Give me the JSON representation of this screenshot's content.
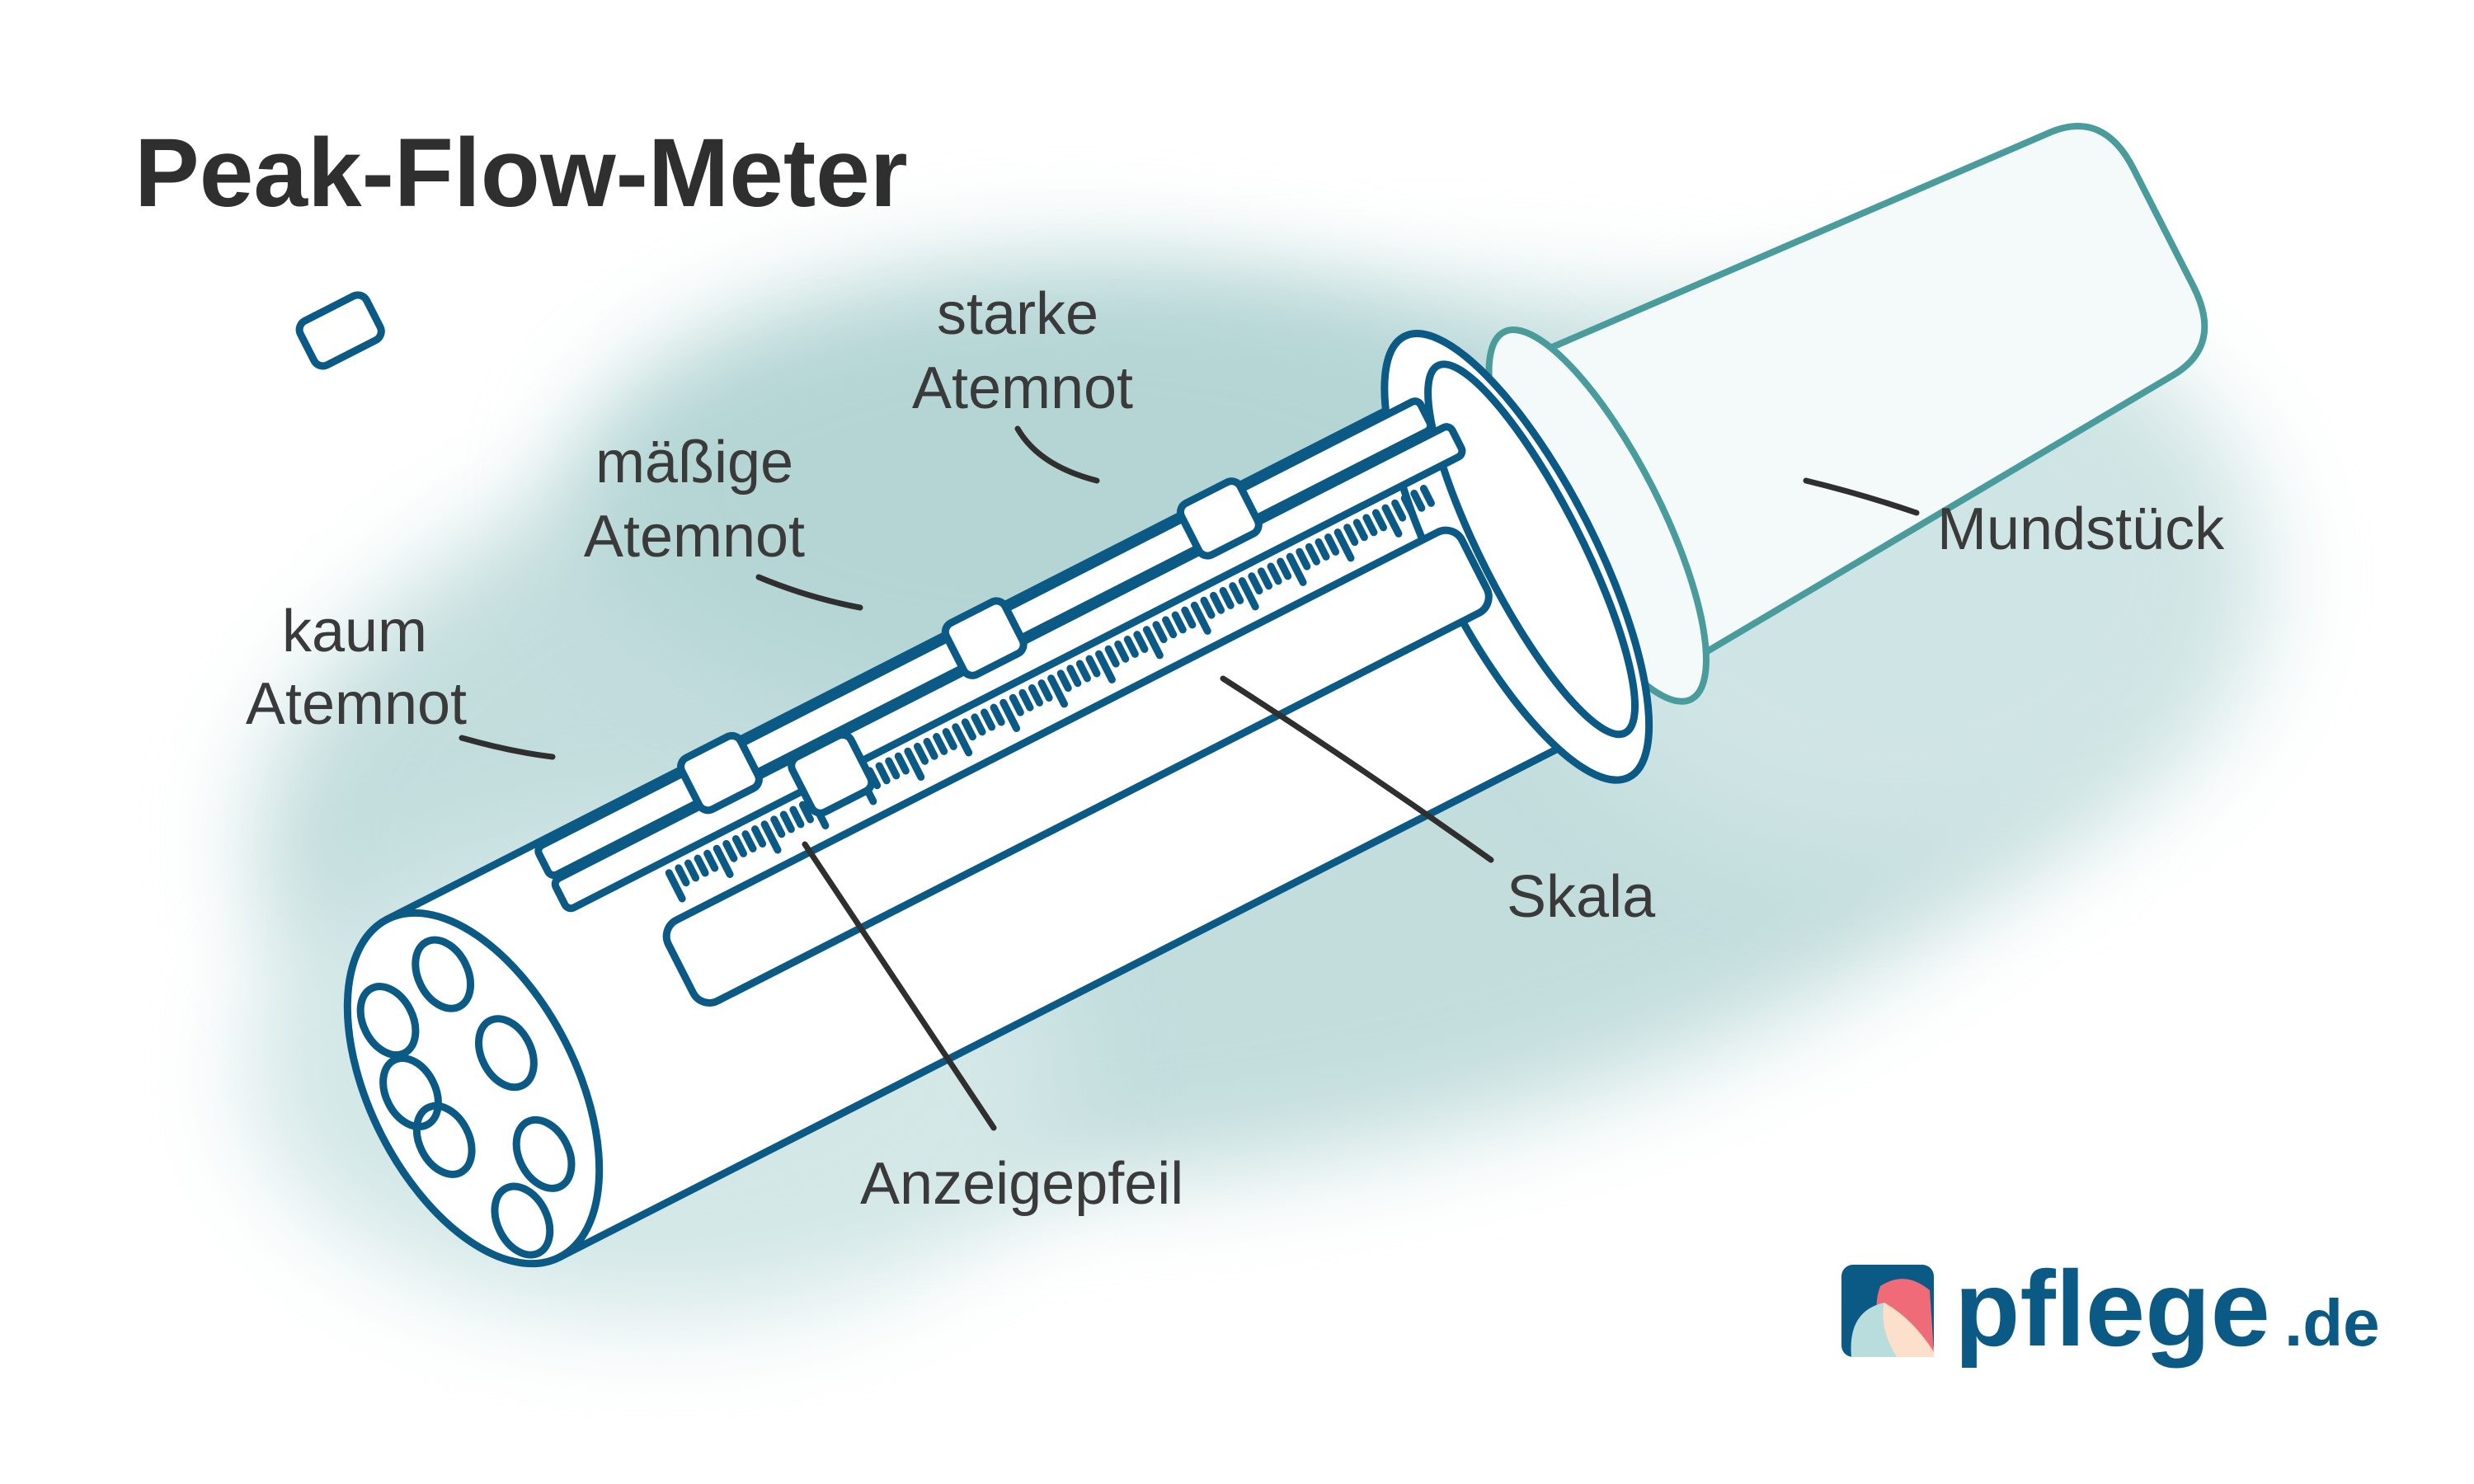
{
  "title": "Peak-Flow-Meter",
  "labels": {
    "starke": [
      "starke",
      "Atemnot"
    ],
    "maessige": [
      "mäßige",
      "Atemnot"
    ],
    "kaum": [
      "kaum",
      "Atemnot"
    ],
    "mundstueck": "Mundstück",
    "skala": "Skala",
    "anzeigepfeil": "Anzeigepfeil"
  },
  "logo": {
    "name": "pflege",
    "tld": ".de"
  },
  "colors": {
    "ink": "#0b5a85",
    "mouthpiece": "#4a9c9c",
    "wash": "#b9d8d8",
    "text": "#3a3a3a",
    "logo_red": "#ee6b77",
    "logo_peach": "#fde0cc",
    "logo_mint": "#b9dcdc"
  }
}
